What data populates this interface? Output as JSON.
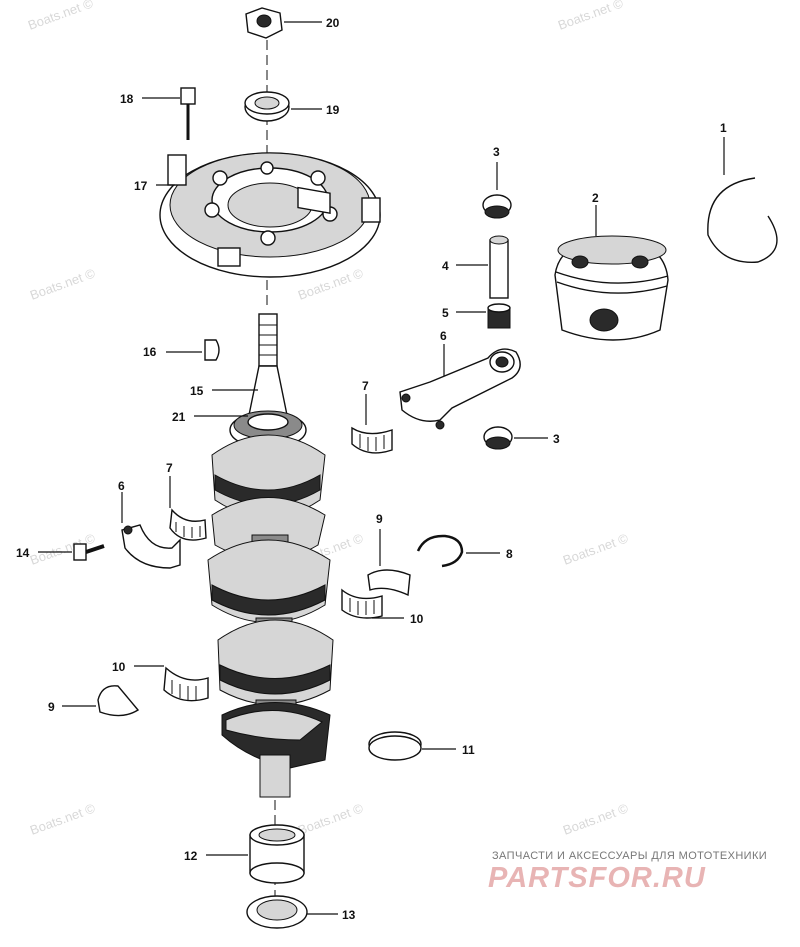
{
  "watermark": "Boats.net ©",
  "callouts": {
    "c1": "1",
    "c2": "2",
    "c3a": "3",
    "c3b": "3",
    "c4": "4",
    "c5": "5",
    "c6a": "6",
    "c6b": "6",
    "c7a": "7",
    "c7b": "7",
    "c8": "8",
    "c9a": "9",
    "c9b": "9",
    "c10a": "10",
    "c10b": "10",
    "c11": "11",
    "c12": "12",
    "c13": "13",
    "c14": "14",
    "c15": "15",
    "c16": "16",
    "c17": "17",
    "c18": "18",
    "c19": "19",
    "c20": "20",
    "c21": "21"
  },
  "footer": {
    "caption": "ЗАПЧАСТИ И АКСЕССУАРЫ ДЛЯ МОТОТЕХНИКИ",
    "logo": "PARTSFOR.RU"
  },
  "colors": {
    "ink": "#111111",
    "watermark": "#d8d8d8",
    "logo": "#e8b4b4"
  }
}
